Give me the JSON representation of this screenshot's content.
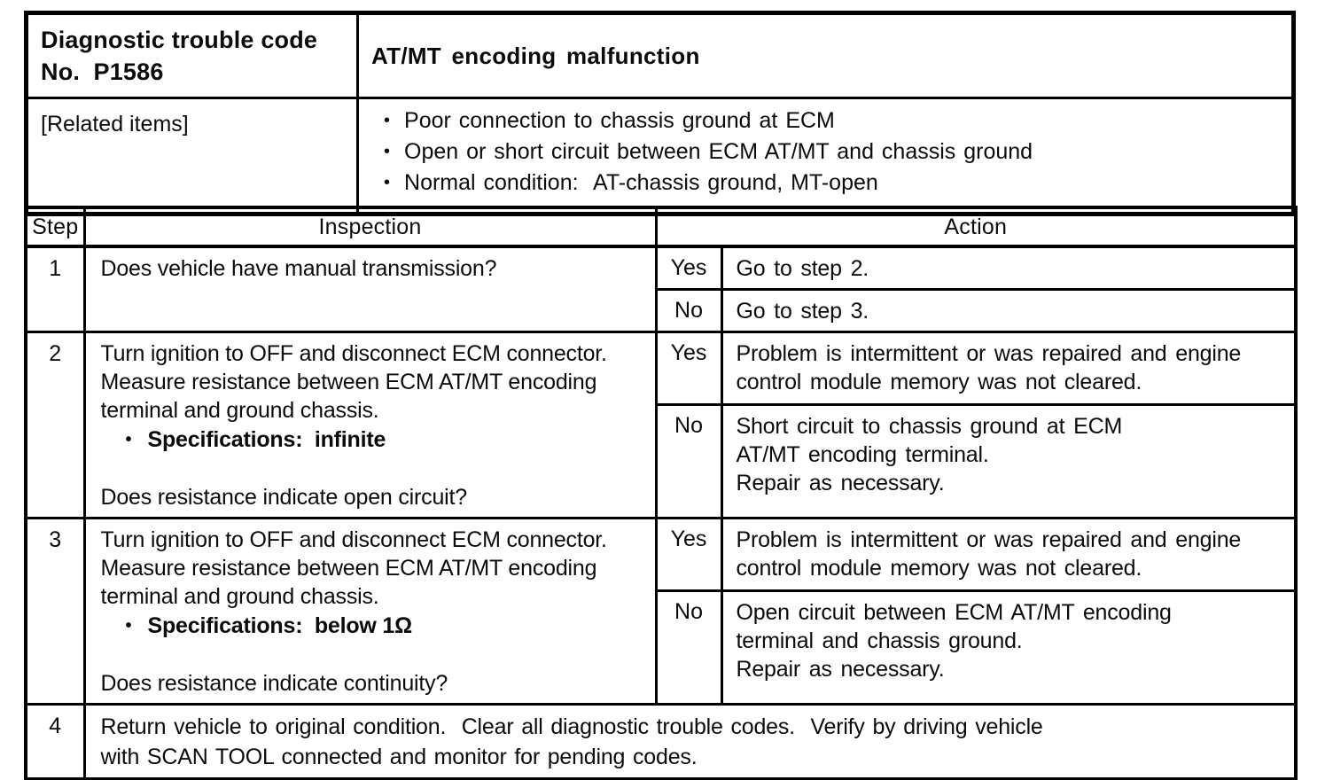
{
  "ui": {
    "bullet": "•"
  },
  "header_table": {
    "code_label": "Diagnostic trouble code\nNo.  P1586",
    "malfunction": "AT/MT encoding malfunction",
    "related_items_label": "[Related items]",
    "related_items": [
      "Poor connection to chassis ground at ECM",
      "Open or short circuit between ECM AT/MT and chassis ground",
      "Normal condition:  AT-chassis ground, MT-open"
    ]
  },
  "steps_table": {
    "headers": {
      "step": "Step",
      "inspection": "Inspection",
      "action": "Action"
    },
    "steps": [
      {
        "number": "1",
        "inspection": {
          "body": "Does vehicle have manual transmission?"
        },
        "actions": [
          {
            "label": "Yes",
            "text": "Go to step 2."
          },
          {
            "label": "No",
            "text": "Go to step 3."
          }
        ]
      },
      {
        "number": "2",
        "inspection": {
          "body": "Turn ignition to OFF and disconnect ECM connector.\nMeasure resistance between ECM AT/MT encoding\nterminal and ground chassis.",
          "spec": "Specifications:  infinite",
          "question": "Does resistance indicate open circuit?"
        },
        "actions": [
          {
            "label": "Yes",
            "text": "Problem is intermittent or was repaired and engine\ncontrol module memory was not cleared."
          },
          {
            "label": "No",
            "text": "Short circuit to chassis ground at ECM\nAT/MT encoding terminal.\nRepair as necessary."
          }
        ]
      },
      {
        "number": "3",
        "inspection": {
          "body": "Turn ignition to OFF and disconnect ECM connector.\nMeasure resistance between ECM AT/MT encoding\nterminal and ground chassis.",
          "spec": "Specifications:  below 1Ω",
          "question": "Does resistance indicate continuity?"
        },
        "actions": [
          {
            "label": "Yes",
            "text": "Problem is intermittent or was repaired and engine\ncontrol module memory was not cleared."
          },
          {
            "label": "No",
            "text": "Open circuit between ECM AT/MT encoding\nterminal and chassis ground.\nRepair as necessary."
          }
        ]
      },
      {
        "number": "4",
        "full_text": "Return vehicle to original condition.  Clear all diagnostic trouble codes.  Verify by driving vehicle\nwith SCAN TOOL connected and monitor for pending codes."
      }
    ]
  }
}
